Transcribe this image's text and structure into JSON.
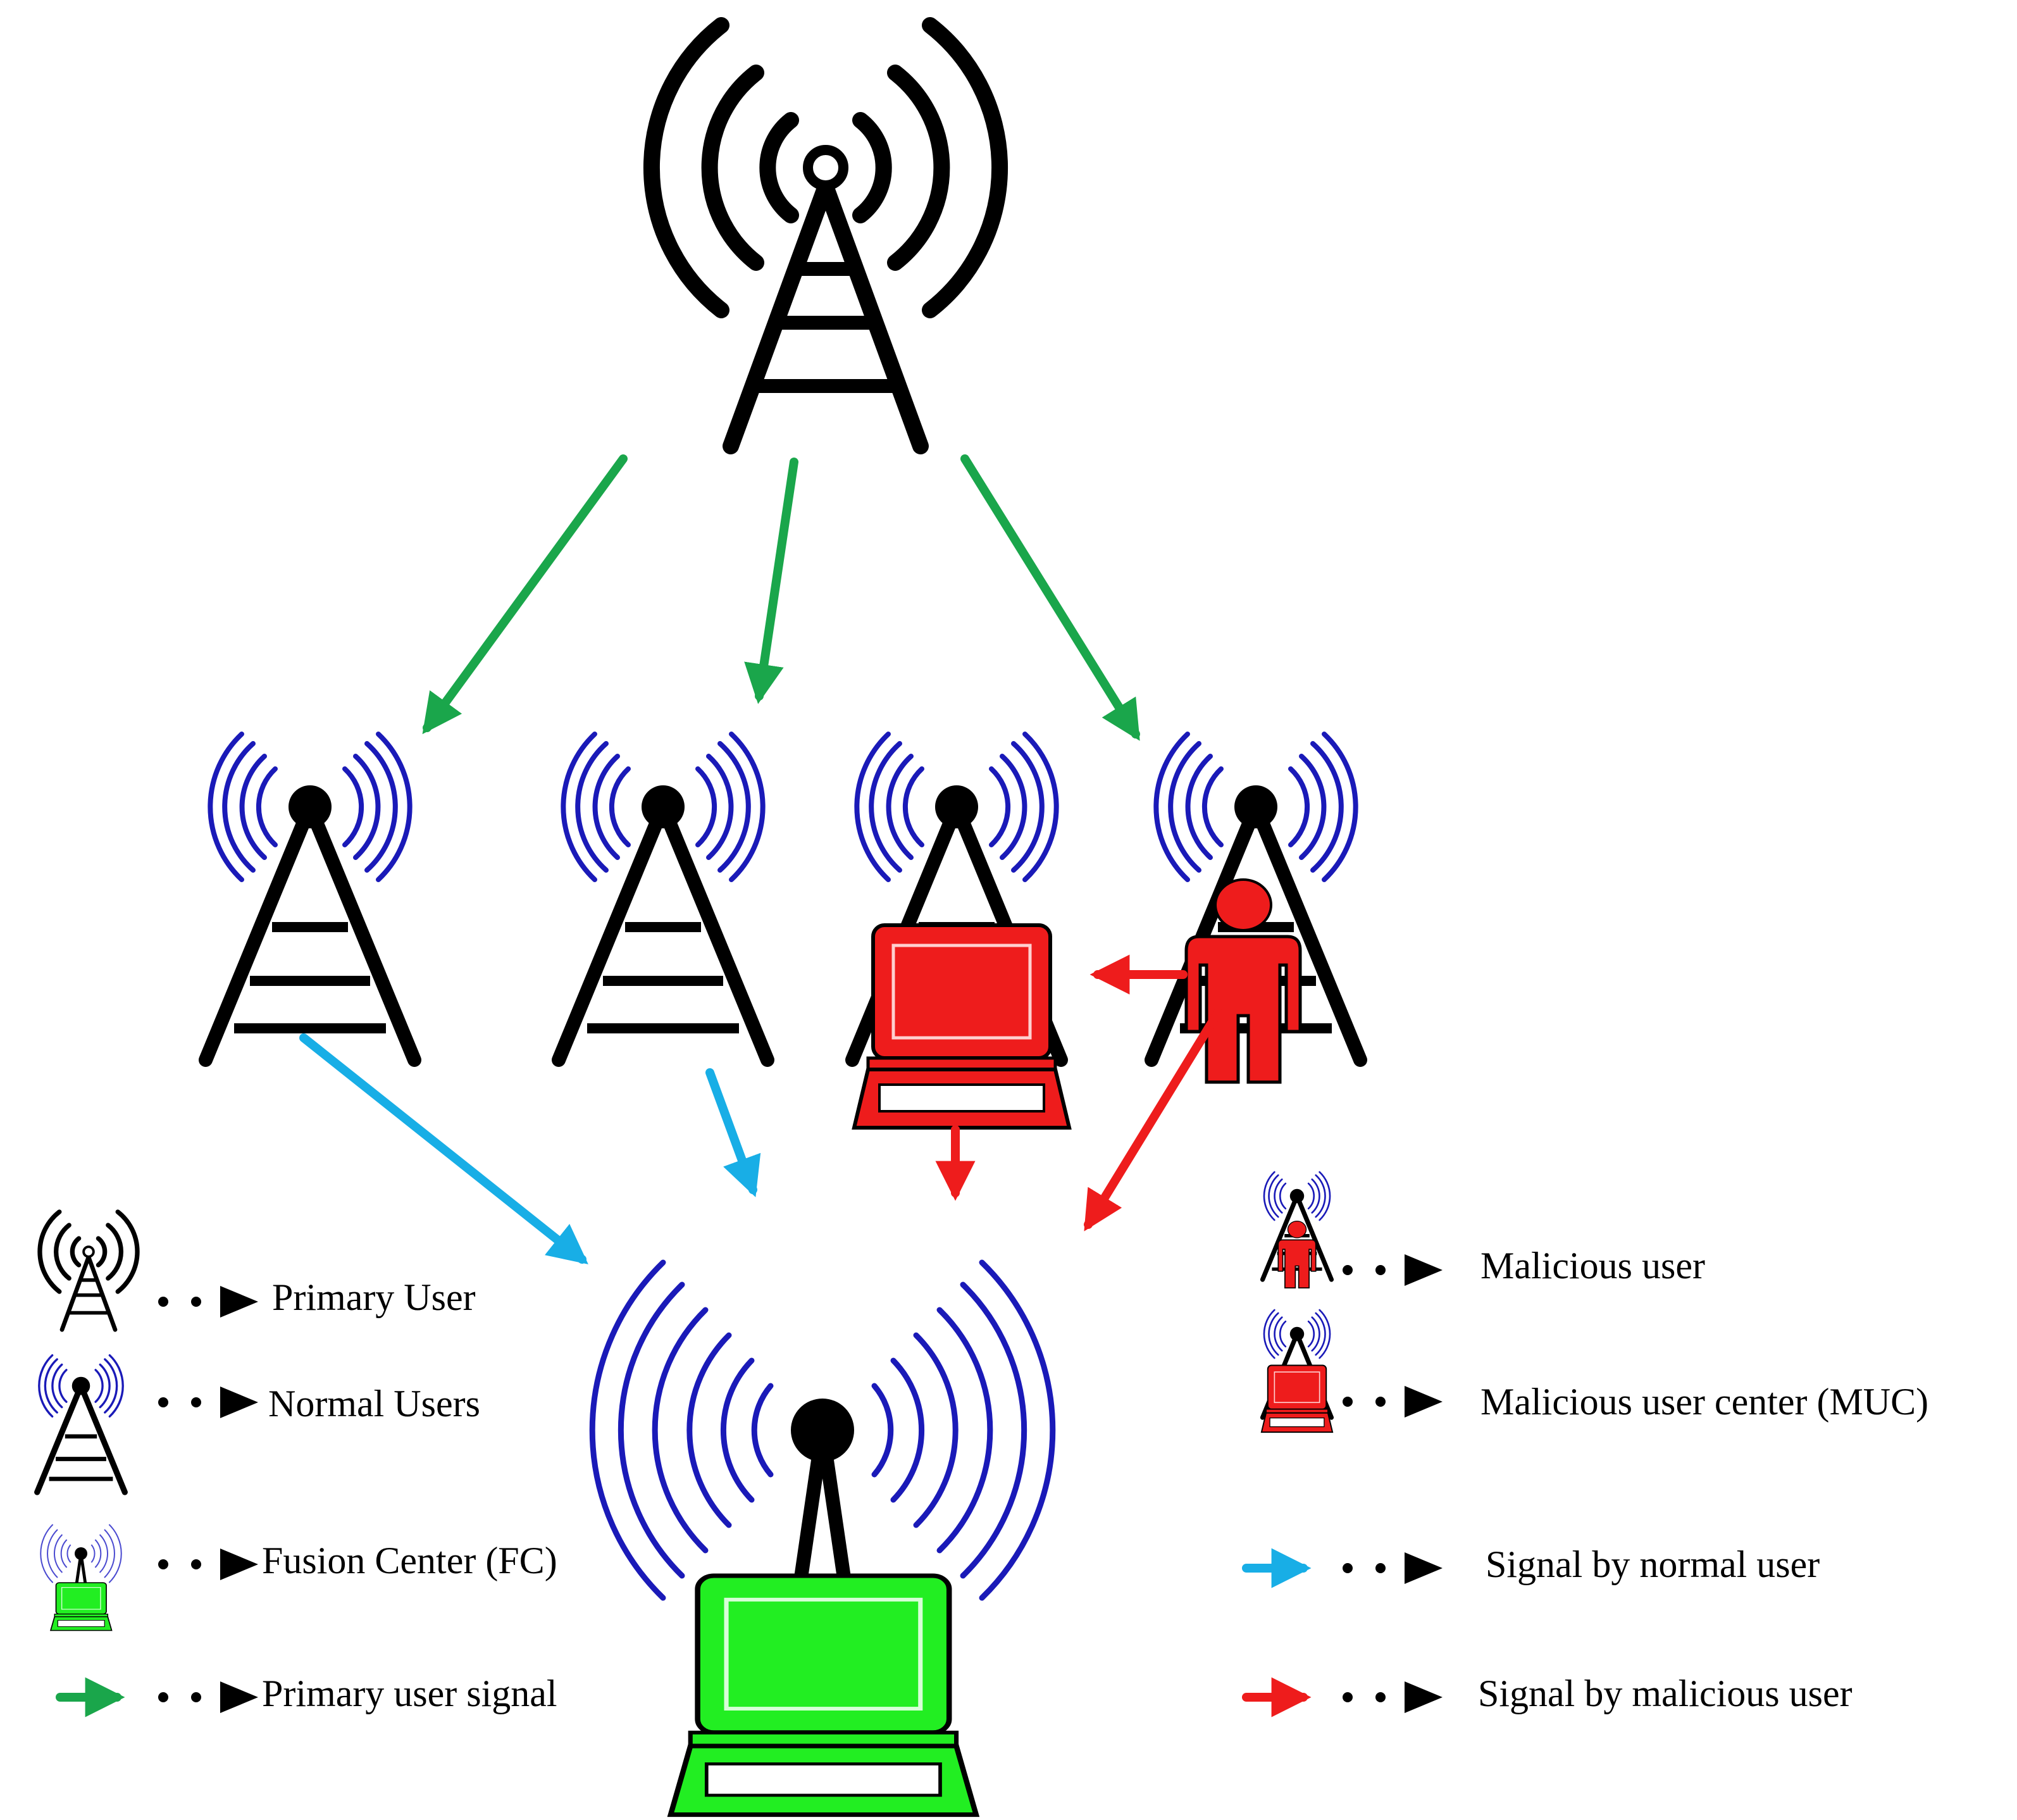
{
  "colors": {
    "primary_signal": "#1aa64b",
    "normal_signal": "#18aee6",
    "malicious_signal": "#ee1c1c",
    "normal_waves": "#1a1ab8",
    "primary_tower": "#000000",
    "malicious_fill": "#ee1c1c",
    "fusion_fill": "#22ee22"
  },
  "icons": {
    "primary_user": "primary-user-tower-icon",
    "normal_user": "normal-user-tower-icon",
    "malicious_user": "malicious-user-icon",
    "malicious_user_center": "malicious-user-center-laptop-icon",
    "fusion_center": "fusion-center-laptop-icon"
  },
  "legend": {
    "left": [
      {
        "id": "primary-user",
        "label": "Primary User"
      },
      {
        "id": "normal-users",
        "label": "Normal Users"
      },
      {
        "id": "fusion-center",
        "label": "Fusion Center (FC)"
      },
      {
        "id": "primary-user-signal",
        "label": "Primary user signal"
      }
    ],
    "right": [
      {
        "id": "malicious-user",
        "label": "Malicious user"
      },
      {
        "id": "malicious-user-center",
        "label": "Malicious user center (MUC)"
      },
      {
        "id": "signal-normal-user",
        "label": "Signal by normal user"
      },
      {
        "id": "signal-malicious-user",
        "label": "Signal by malicious user"
      }
    ]
  }
}
